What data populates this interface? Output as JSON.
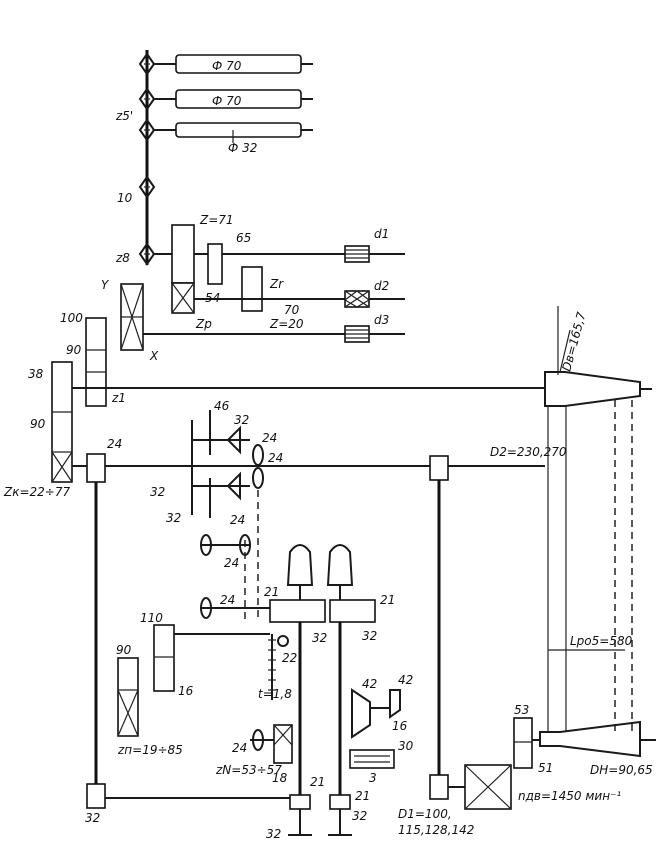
{
  "labels": {
    "phi70a": "Ф 70",
    "phi70b": "Ф 70",
    "phi32": "Ф 32",
    "z5": "z5'",
    "n10": "10",
    "z8": "z8",
    "z71": "Z=71",
    "n65": "65",
    "n54": "54",
    "zp": "Zp",
    "zr": "Zr",
    "n70": "70",
    "z20": "Z=20",
    "d1": "d1",
    "d2": "d2",
    "d3": "d3",
    "y": "Y",
    "x": "X",
    "n100": "100",
    "n90a": "90",
    "z1": "z1",
    "n38": "38",
    "n90b": "90",
    "zk": "Zк=22÷77",
    "n24a": "24",
    "n46": "46",
    "n32a": "32",
    "n24b": "24",
    "n24c": "24",
    "n32b": "32",
    "n32c": "32",
    "n24d": "24",
    "n24e": "24",
    "n24f": "24",
    "d2r": "D2=230,270",
    "n21a": "21",
    "n21b": "21",
    "n32d": "32",
    "n32e": "32",
    "n110": "110",
    "n90c": "90",
    "n22": "22",
    "n16a": "16",
    "t18": "t=1,8",
    "zn": "zп=19÷85",
    "n42a": "42",
    "n42b": "42",
    "n16b": "16",
    "n24g": "24",
    "zn2": "zN=53÷57",
    "n18": "18",
    "n30": "30",
    "n3": "3",
    "n21c": "21",
    "n21d": "21",
    "n32f": "32",
    "n32g": "32",
    "n32h": "32",
    "d1r": "D1=100,",
    "d1r2": "115,128,142",
    "ndv": "nдв=1450 мин⁻¹",
    "n53": "53",
    "n51": "51",
    "dn": "DH=90,65",
    "lpo": "Lро5=580",
    "db": "Dв=165,7"
  }
}
